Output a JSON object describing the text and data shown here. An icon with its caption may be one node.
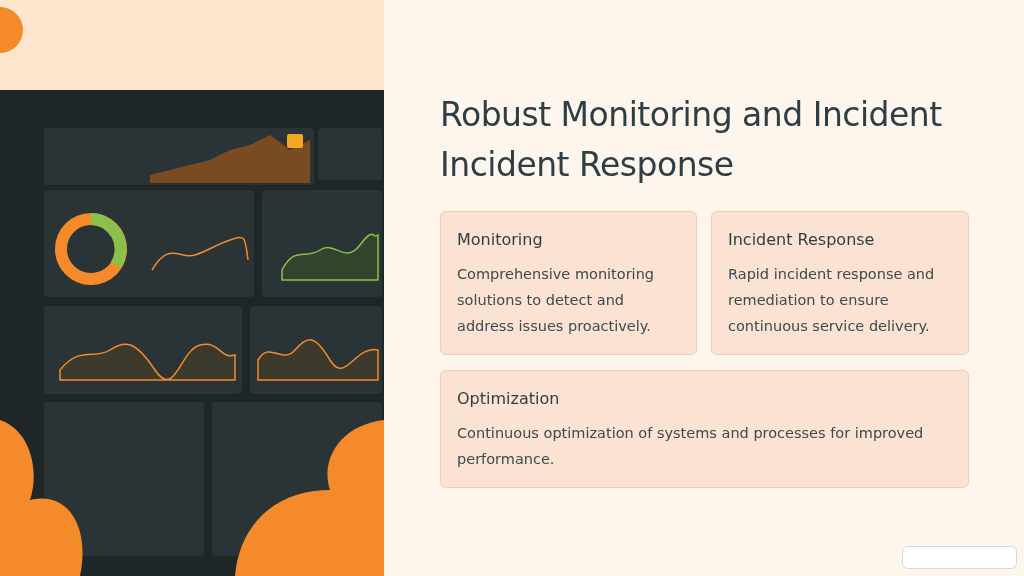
{
  "diagram": {
    "title": "Robust Monitoring and Incident Incident Response",
    "nodes": [
      {
        "text": [
          "Monitoring",
          "Comprehensive monitoring solutions to detect and address issues proactively."
        ]
      },
      {
        "text": [
          "Incident Response",
          "Rapid incident response and remediation to ensure continuous service delivery."
        ]
      },
      {
        "text": [
          "Optimization",
          "Continuous optimization of systems and processes for improved performance."
        ]
      },
      {
        "text": [],
        "shape": "box"
      }
    ]
  }
}
